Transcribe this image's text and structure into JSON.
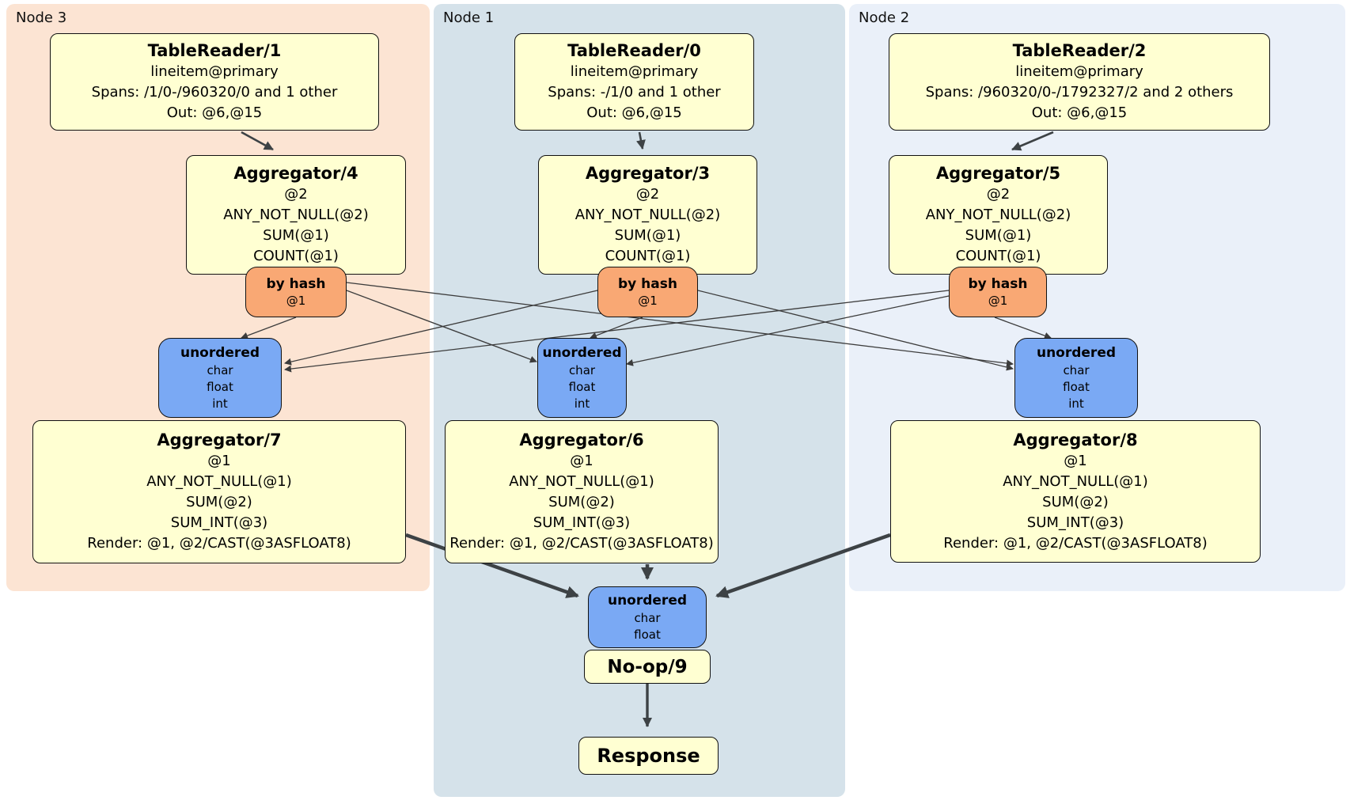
{
  "nodes": [
    {
      "label": "Node 3",
      "table_reader": {
        "title": "TableReader/1",
        "index": "lineitem@primary",
        "spans": "Spans: /1/0-/960320/0 and 1 other",
        "out": "Out: @6,@15"
      },
      "agg_top": {
        "title": "Aggregator/4",
        "group": "@2",
        "expr1": "ANY_NOT_NULL(@2)",
        "expr2": "SUM(@1)",
        "expr3": "COUNT(@1)"
      },
      "router": {
        "title": "by hash",
        "key": "@1"
      },
      "sync": {
        "title": "unordered",
        "types": [
          "char",
          "float",
          "int"
        ]
      },
      "agg_bottom": {
        "title": "Aggregator/7",
        "group": "@1",
        "expr1": "ANY_NOT_NULL(@1)",
        "expr2": "SUM(@2)",
        "expr3": "SUM_INT(@3)",
        "render": "Render: @1, @2/CAST(@3ASFLOAT8)"
      }
    },
    {
      "label": "Node 1",
      "table_reader": {
        "title": "TableReader/0",
        "index": "lineitem@primary",
        "spans": "Spans: -/1/0 and 1 other",
        "out": "Out: @6,@15"
      },
      "agg_top": {
        "title": "Aggregator/3",
        "group": "@2",
        "expr1": "ANY_NOT_NULL(@2)",
        "expr2": "SUM(@1)",
        "expr3": "COUNT(@1)"
      },
      "router": {
        "title": "by hash",
        "key": "@1"
      },
      "sync": {
        "title": "unordered",
        "types": [
          "char",
          "float",
          "int"
        ]
      },
      "agg_bottom": {
        "title": "Aggregator/6",
        "group": "@1",
        "expr1": "ANY_NOT_NULL(@1)",
        "expr2": "SUM(@2)",
        "expr3": "SUM_INT(@3)",
        "render": "Render: @1, @2/CAST(@3ASFLOAT8)"
      }
    },
    {
      "label": "Node 2",
      "table_reader": {
        "title": "TableReader/2",
        "index": "lineitem@primary",
        "spans": "Spans: /960320/0-/1792327/2 and 2 others",
        "out": "Out: @6,@15"
      },
      "agg_top": {
        "title": "Aggregator/5",
        "group": "@2",
        "expr1": "ANY_NOT_NULL(@2)",
        "expr2": "SUM(@1)",
        "expr3": "COUNT(@1)"
      },
      "router": {
        "title": "by hash",
        "key": "@1"
      },
      "sync": {
        "title": "unordered",
        "types": [
          "char",
          "float",
          "int"
        ]
      },
      "agg_bottom": {
        "title": "Aggregator/8",
        "group": "@1",
        "expr1": "ANY_NOT_NULL(@1)",
        "expr2": "SUM(@2)",
        "expr3": "SUM_INT(@3)",
        "render": "Render: @1, @2/CAST(@3ASFLOAT8)"
      }
    }
  ],
  "final": {
    "sync": {
      "title": "unordered",
      "types": [
        "char",
        "float"
      ]
    },
    "noop_label": "No-op/9",
    "response_label": "Response"
  },
  "colors": {
    "node3_bg": "#fce4d3",
    "node1_bg": "#d5e2ea",
    "node2_bg": "#eaf0f9",
    "processor_bg": "#ffffd2",
    "router_bg": "#f9a874",
    "sync_bg": "#7aa9f4",
    "edge": "#3d4245"
  }
}
